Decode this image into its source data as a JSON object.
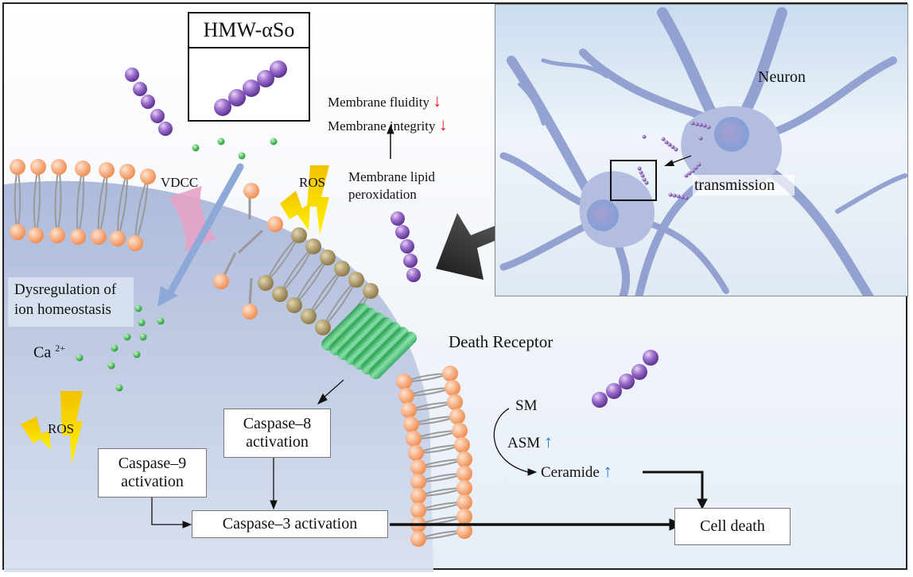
{
  "figure": {
    "hmw_box_title": "HMW-αSo",
    "neuron_panel": {
      "neuron_label": "Neuron",
      "transmission_label": "transmission"
    },
    "membrane_effects": {
      "fluidity_label": "Membrane fluidity",
      "fluidity_arrow": "↓",
      "integrity_label": "Membrane integrity",
      "integrity_arrow": "↓",
      "peroxidation_label_line1": "Membrane lipid",
      "peroxidation_label_line2": "peroxidation"
    },
    "channel_label": "VDCC",
    "ros_label_top": "ROS",
    "ros_label_bottom": "ROS",
    "dysregulation_line1": "Dysregulation of",
    "dysregulation_line2": "ion homeostasis",
    "calcium_label": "Ca",
    "calcium_charge": "2+",
    "death_receptor_label": "Death Receptor",
    "caspase8_line1": "Caspase–8",
    "caspase8_line2": "activation",
    "caspase9_line1": "Caspase–9",
    "caspase9_line2": "activation",
    "caspase3_label": "Caspase–3 activation",
    "sm_label": "SM",
    "asm_label": "ASM",
    "asm_arrow": "↑",
    "ceramide_label": "Ceramide",
    "ceramide_arrow": "↑",
    "cell_death_label": "Cell death"
  },
  "colors": {
    "lipid_head": "#f4a677",
    "oxidized_head": "#a8935f",
    "oligomer": "#8e5fb8",
    "calcium_ion": "#3fbf4f",
    "receptor": "#3cbf6a",
    "ros_bolt": "#f6d800",
    "channel": "#e39bc4",
    "decrease": "#e01818",
    "increase": "#1a7cd4",
    "cytoplasm": "#aab8d8"
  }
}
